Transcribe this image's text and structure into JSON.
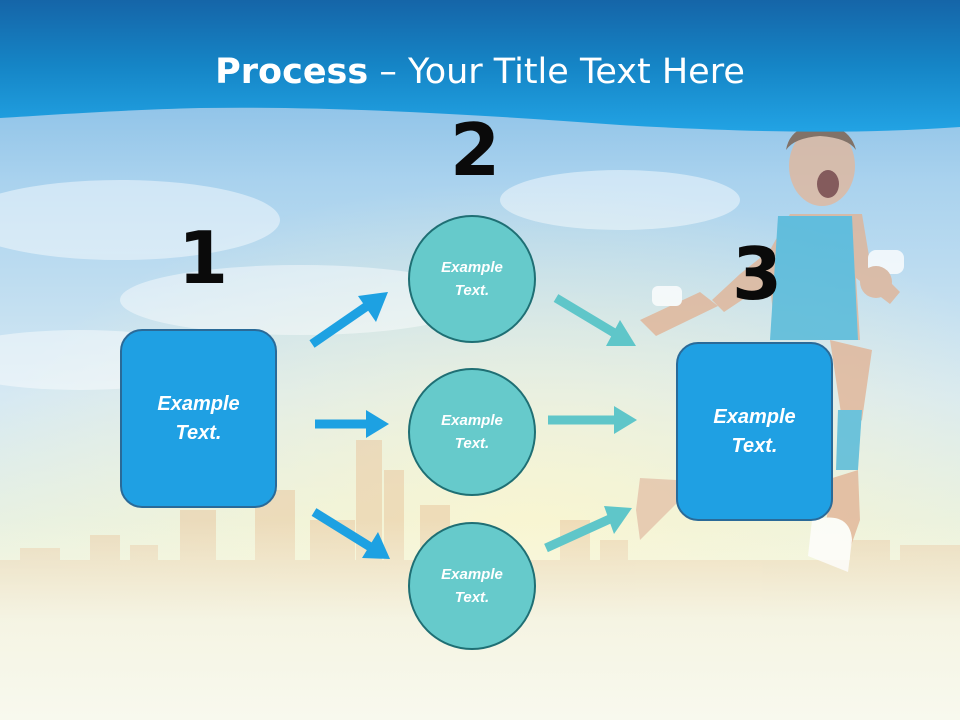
{
  "title": {
    "bold": "Process",
    "rest": " – Your Title Text Here"
  },
  "steps": [
    {
      "number": "1",
      "text": "Example\nText."
    },
    {
      "number": "2",
      "circles": [
        {
          "text": "Example\nText."
        },
        {
          "text": "Example\nText."
        },
        {
          "text": "Example\nText."
        }
      ]
    },
    {
      "number": "3",
      "text": "Example\nText."
    }
  ],
  "colors": {
    "header_blue": "#1596d6",
    "box_blue": "#1fa0e3",
    "circle_teal": "#66cacb",
    "arrow_blue": "#1da1e2",
    "arrow_teal": "#5fc6c9"
  }
}
